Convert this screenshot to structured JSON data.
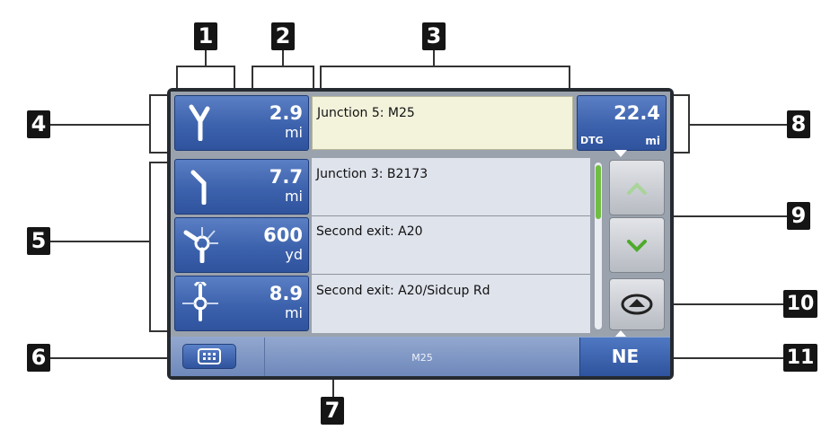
{
  "callouts": [
    "1",
    "2",
    "3",
    "4",
    "5",
    "6",
    "7",
    "8",
    "9",
    "10",
    "11"
  ],
  "current_instruction": {
    "distance": "2.9",
    "unit": "mi",
    "description": "Junction 5: M25",
    "maneuver_icon": "fork-left-icon"
  },
  "distance_to_go": {
    "value": "22.4",
    "label": "DTG",
    "unit": "mi"
  },
  "instructions": [
    {
      "distance": "7.7",
      "unit": "mi",
      "description": "Junction 3: B2173",
      "maneuver_icon": "keep-left-icon"
    },
    {
      "distance": "600",
      "unit": "yd",
      "description": "Second exit: A20",
      "maneuver_icon": "roundabout-icon"
    },
    {
      "distance": "8.9",
      "unit": "mi",
      "description": "Second exit: A20/Sidcup Rd",
      "maneuver_icon": "roundabout-straight-icon"
    }
  ],
  "scroll": {
    "position": 0.0
  },
  "bottom_bar": {
    "road": "M25",
    "heading": "NE"
  },
  "colors": {
    "instruction_blue": "#3d62ad",
    "current_highlight": "#f3f3dc",
    "scroll_thumb": "#6fbe44"
  }
}
